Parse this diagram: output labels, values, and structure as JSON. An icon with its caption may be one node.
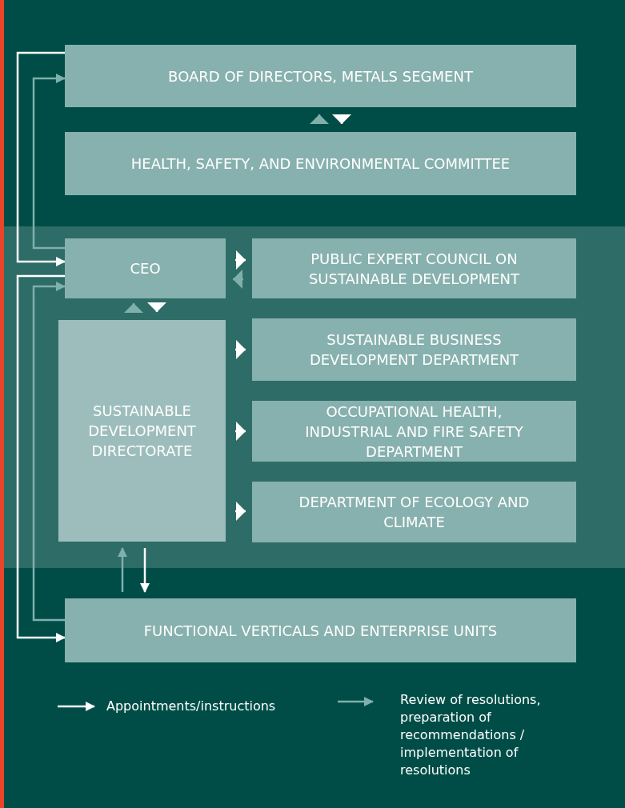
{
  "diagram": {
    "nodes": [
      {
        "text": [
          "BOARD OF DIRECTORS, METALS SEGMENT"
        ]
      },
      {
        "text": [
          "HEALTH, SAFETY, AND ENVIRONMENTAL COMMITTEE"
        ]
      },
      {
        "text": [
          "CEO"
        ]
      },
      {
        "text": [
          "PUBLIC EXPERT COUNCIL ON SUSTAINABLE DEVELOPMENT"
        ]
      },
      {
        "text": [
          "SUSTAINABLE DEVELOPMENT DIRECTORATE"
        ]
      },
      {
        "text": [
          "SUSTAINABLE BUSINESS DEVELOPMENT DEPARTMENT"
        ]
      },
      {
        "text": [
          "OCCUPATIONAL HEALTH, INDUSTRIAL AND FIRE SAFETY DEPARTMENT"
        ]
      },
      {
        "text": [
          "DEPARTMENT OF ECOLOGY AND CLIMATE"
        ]
      },
      {
        "text": [
          "FUNCTIONAL VERTICALS AND ENTERPRISE UNITS"
        ]
      }
    ],
    "edges": [
      {
        "from": 1,
        "to": 0,
        "arrow": "to",
        "color": "#7fb0ab"
      },
      {
        "from": 0,
        "to": 1,
        "arrow": "to"
      },
      {
        "from": 0,
        "to": 2,
        "arrow": "to"
      },
      {
        "from": 2,
        "to": 0,
        "arrow": "to",
        "color": "#7fb0ab"
      },
      {
        "from": 2,
        "to": 3,
        "arrow": "to"
      },
      {
        "from": 3,
        "to": 2,
        "arrow": "to",
        "color": "#7fb0ab"
      },
      {
        "from": 4,
        "to": 2,
        "arrow": "to",
        "color": "#7fb0ab"
      },
      {
        "from": 2,
        "to": 4,
        "arrow": "to"
      },
      {
        "from": 4,
        "to": 5,
        "arrow": "to"
      },
      {
        "from": 4,
        "to": 6,
        "arrow": "to"
      },
      {
        "from": 4,
        "to": 7,
        "arrow": "to"
      },
      {
        "from": 8,
        "to": 4,
        "arrow": "to",
        "color": "#7fb0ab"
      },
      {
        "from": 4,
        "to": 8,
        "arrow": "to"
      },
      {
        "from": 2,
        "to": 8,
        "arrow": "to"
      },
      {
        "from": 8,
        "to": 2,
        "arrow": "to",
        "color": "#7fb0ab"
      }
    ],
    "legend": [
      {
        "text": "Appointments/instructions"
      },
      {
        "text": "Review of resolutions, preparation of recommendations / implementation of resolutions"
      }
    ]
  }
}
